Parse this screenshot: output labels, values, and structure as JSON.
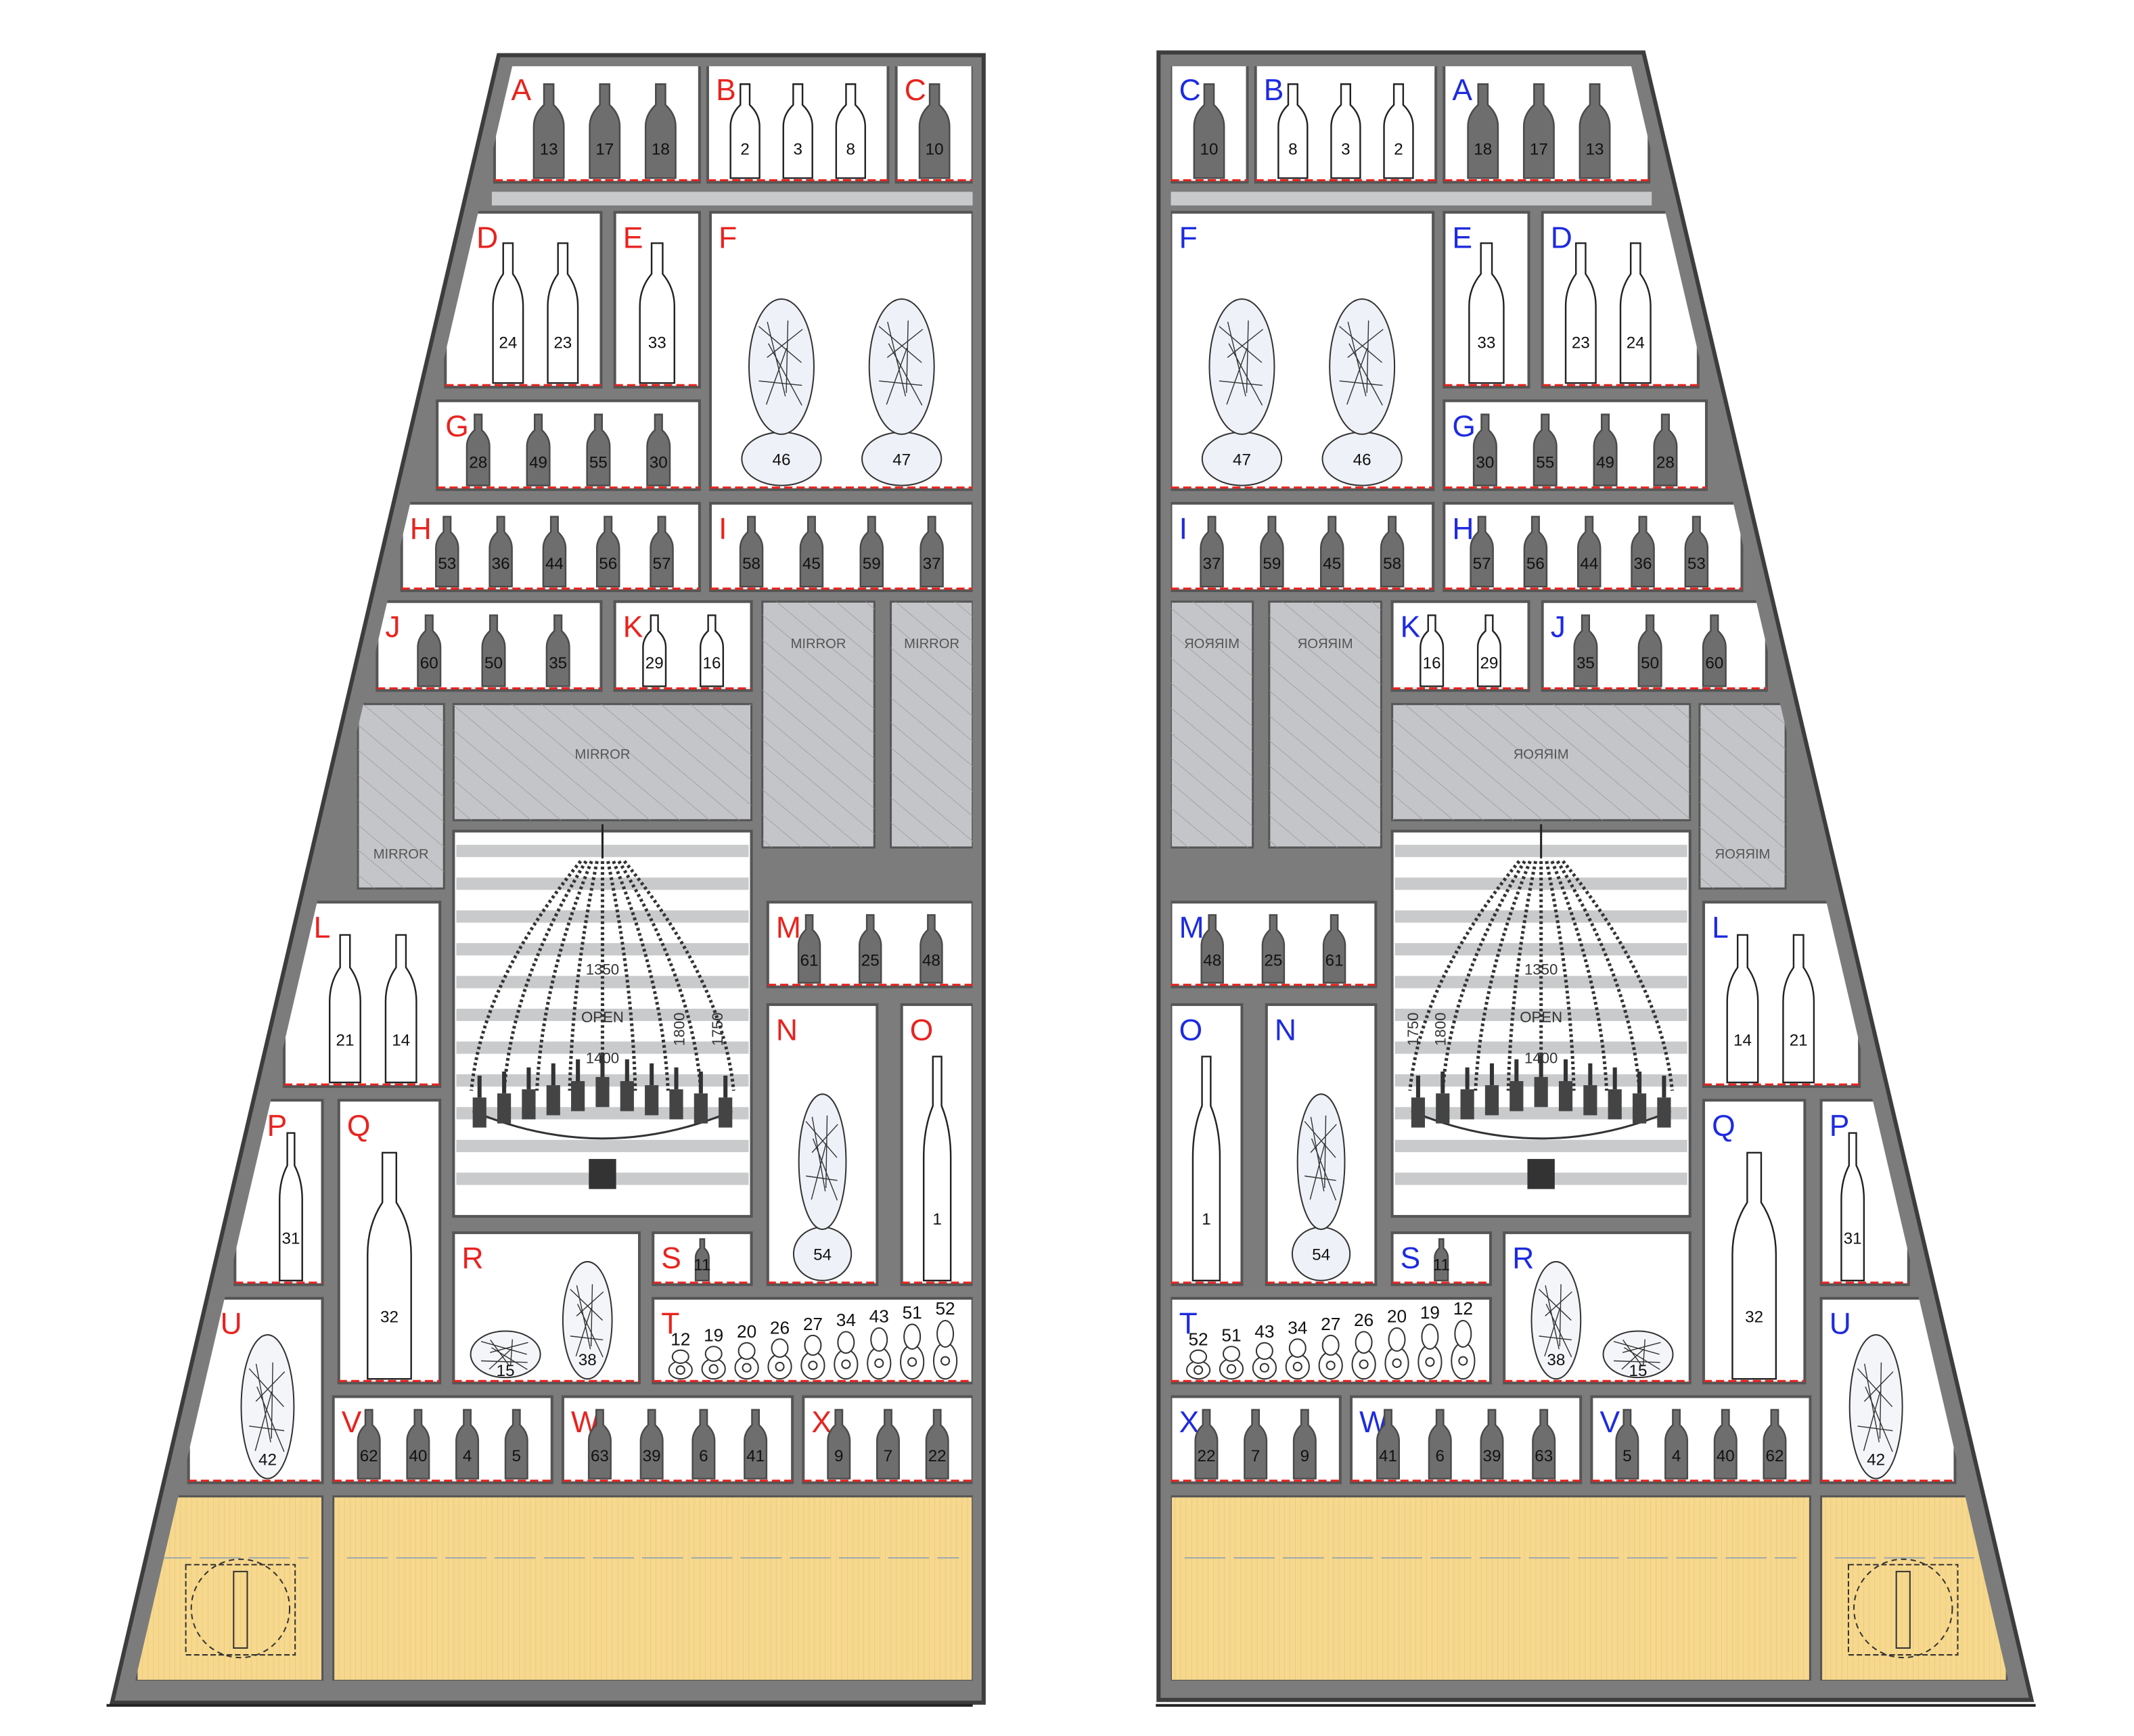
{
  "colors": {
    "left_letters": "#e8231f",
    "right_letters": "#1d2be0",
    "frame": "#7c7c7c",
    "mirror": "#c4c5c8",
    "base": "#f4d58c",
    "shelf_line": "#e8231f"
  },
  "mirror_label": "MIRROR",
  "chandelier_dims": [
    "1350",
    "OPEN",
    "1400",
    "1800",
    "1750"
  ],
  "panels": [
    {
      "side": "left",
      "compartments": [
        {
          "id": "A",
          "items": [
            "13",
            "17",
            "18"
          ]
        },
        {
          "id": "B",
          "items": [
            "2",
            "3",
            "8"
          ]
        },
        {
          "id": "C",
          "items": [
            "10"
          ]
        },
        {
          "id": "D",
          "items": [
            "24",
            "23"
          ]
        },
        {
          "id": "E",
          "items": [
            "33"
          ]
        },
        {
          "id": "F",
          "items": [
            "46",
            "47"
          ]
        },
        {
          "id": "G",
          "items": [
            "28",
            "49",
            "55",
            "30"
          ]
        },
        {
          "id": "H",
          "items": [
            "53",
            "36",
            "44",
            "56",
            "57"
          ]
        },
        {
          "id": "I",
          "items": [
            "58",
            "45",
            "59",
            "37"
          ]
        },
        {
          "id": "J",
          "items": [
            "60",
            "50",
            "35"
          ]
        },
        {
          "id": "K",
          "items": [
            "29",
            "16"
          ]
        },
        {
          "id": "L",
          "items": [
            "21",
            "14"
          ]
        },
        {
          "id": "M",
          "items": [
            "61",
            "25",
            "48"
          ]
        },
        {
          "id": "N",
          "items": [
            "54"
          ]
        },
        {
          "id": "O",
          "items": [
            "1"
          ]
        },
        {
          "id": "P",
          "items": [
            "31"
          ]
        },
        {
          "id": "Q",
          "items": [
            "32"
          ]
        },
        {
          "id": "R",
          "items": [
            "15",
            "38"
          ]
        },
        {
          "id": "S",
          "items": [
            "11"
          ]
        },
        {
          "id": "T",
          "items": [
            "12",
            "19",
            "20",
            "26",
            "27",
            "34",
            "43",
            "51",
            "52"
          ]
        },
        {
          "id": "U",
          "items": [
            "42"
          ]
        },
        {
          "id": "V",
          "items": [
            "62",
            "40",
            "4",
            "5"
          ]
        },
        {
          "id": "W",
          "items": [
            "63",
            "39",
            "6",
            "41"
          ]
        },
        {
          "id": "X",
          "items": [
            "9",
            "7",
            "22"
          ]
        }
      ]
    },
    {
      "side": "right",
      "compartments": [
        {
          "id": "A",
          "items": [
            "18",
            "17",
            "13"
          ]
        },
        {
          "id": "B",
          "items": [
            "8",
            "3",
            "2"
          ]
        },
        {
          "id": "C",
          "items": [
            "10"
          ]
        },
        {
          "id": "D",
          "items": [
            "23",
            "24"
          ]
        },
        {
          "id": "E",
          "items": [
            "33"
          ]
        },
        {
          "id": "F",
          "items": [
            "47",
            "46"
          ]
        },
        {
          "id": "G",
          "items": [
            "30",
            "55",
            "49",
            "28"
          ]
        },
        {
          "id": "H",
          "items": [
            "57",
            "56",
            "44",
            "36",
            "53"
          ]
        },
        {
          "id": "I",
          "items": [
            "37",
            "59",
            "45",
            "58"
          ]
        },
        {
          "id": "J",
          "items": [
            "35",
            "50",
            "60"
          ]
        },
        {
          "id": "K",
          "items": [
            "16",
            "29"
          ]
        },
        {
          "id": "L",
          "items": [
            "14",
            "21"
          ]
        },
        {
          "id": "M",
          "items": [
            "48",
            "25",
            "61"
          ]
        },
        {
          "id": "N",
          "items": [
            "54"
          ]
        },
        {
          "id": "O",
          "items": [
            "1"
          ]
        },
        {
          "id": "P",
          "items": [
            "31"
          ]
        },
        {
          "id": "Q",
          "items": [
            "32"
          ]
        },
        {
          "id": "R",
          "items": [
            "38",
            "15"
          ]
        },
        {
          "id": "S",
          "items": [
            "11"
          ]
        },
        {
          "id": "T",
          "items": [
            "52",
            "51",
            "43",
            "34",
            "27",
            "26",
            "20",
            "19",
            "12"
          ]
        },
        {
          "id": "U",
          "items": [
            "42"
          ]
        },
        {
          "id": "V",
          "items": [
            "5",
            "4",
            "40",
            "62"
          ]
        },
        {
          "id": "W",
          "items": [
            "41",
            "6",
            "39",
            "63"
          ]
        },
        {
          "id": "X",
          "items": [
            "22",
            "7",
            "9"
          ]
        }
      ]
    }
  ]
}
